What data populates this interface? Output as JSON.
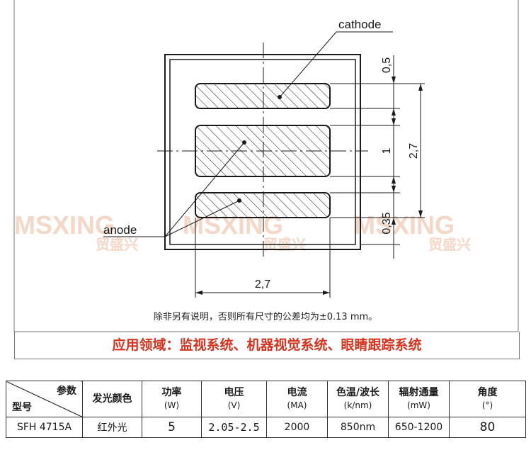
{
  "drawing": {
    "labels": {
      "cathode": "cathode",
      "anode": "anode"
    },
    "dimensions": {
      "top_gap": "0,5",
      "middle_height": "1",
      "pitch": "2,7",
      "bottom_gap": "0,35",
      "width": "2,7"
    },
    "watermark": {
      "brand": "MSXING",
      "chinese": "贸盛兴",
      "color": "#f2c4aa"
    }
  },
  "tolerance_note": "除非另有说明，否则所有尺寸的公差均为±0.13 mm。",
  "application": "应用领域：监视系统、机器视觉系统、眼睛跟踪系统",
  "table": {
    "header": {
      "param": "参数",
      "model": "型号",
      "color": "发光颜色",
      "power": {
        "name": "功率",
        "unit": "(W)"
      },
      "voltage": {
        "name": "电压",
        "unit": "(V)"
      },
      "current": {
        "name": "电流",
        "unit": "(MA)"
      },
      "wavelength": {
        "name": "色温/波长",
        "unit": "(k/nm)"
      },
      "flux": {
        "name": "辐射通量",
        "unit": "(mW)"
      },
      "angle": {
        "name": "角度",
        "unit": "(°)"
      }
    },
    "row": {
      "model": "SFH 4715A",
      "color": "红外光",
      "power": "5",
      "voltage": "2.05-2.5",
      "current": "2000",
      "wavelength": "850nm",
      "flux": "650-1200",
      "angle": "80"
    }
  },
  "colors": {
    "accent": "#d8331e",
    "line": "#1a1a1a"
  }
}
